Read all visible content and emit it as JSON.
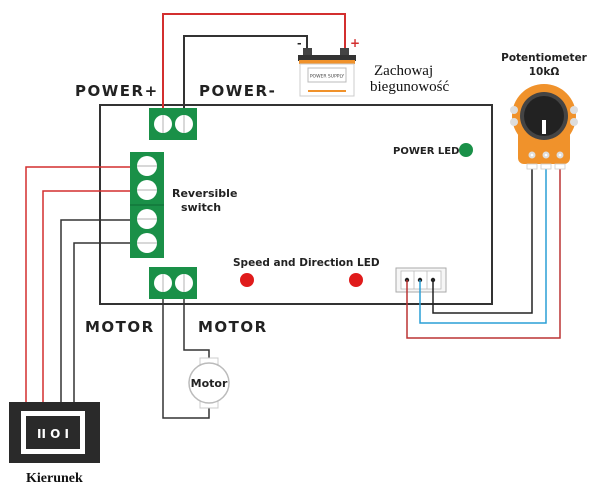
{
  "labels": {
    "power_plus": "POWER+",
    "power_minus": "POWER-",
    "polarity_note_line1": "Zachowaj",
    "polarity_note_line2": "biegunowość",
    "potentiometer_title": "Potentiometer",
    "potentiometer_value": "10kΩ",
    "power_led": "POWER  LED",
    "reversible_switch_line1": "Reversible",
    "reversible_switch_line2": "switch",
    "speed_direction_led": "Speed and Direction LED",
    "motor_left": "MOTOR",
    "motor_right": "MOTOR",
    "motor_body": "Motor",
    "switch_symbol": "II O I",
    "switch_caption": "Kierunek",
    "battery_label": "POWER SUPPLY",
    "battery_minus": "-",
    "battery_plus": "+"
  },
  "colors": {
    "wire_red": "#d32f2f",
    "wire_black": "#333333",
    "wire_blue": "#2a9fd6",
    "terminal_green": "#1a9048",
    "power_led": "#1a9048",
    "speed_led": "#e01b1b",
    "potentiometer_orange": "#f0922b",
    "battery_orange": "#f0922b"
  },
  "components": [
    {
      "name": "power-terminal",
      "terminals": 2
    },
    {
      "name": "reversible-switch-terminal",
      "terminals": 4
    },
    {
      "name": "motor-terminal",
      "terminals": 2
    },
    {
      "name": "potentiometer-connector",
      "pins": 3
    },
    {
      "name": "speed-direction-leds",
      "count": 2
    }
  ]
}
